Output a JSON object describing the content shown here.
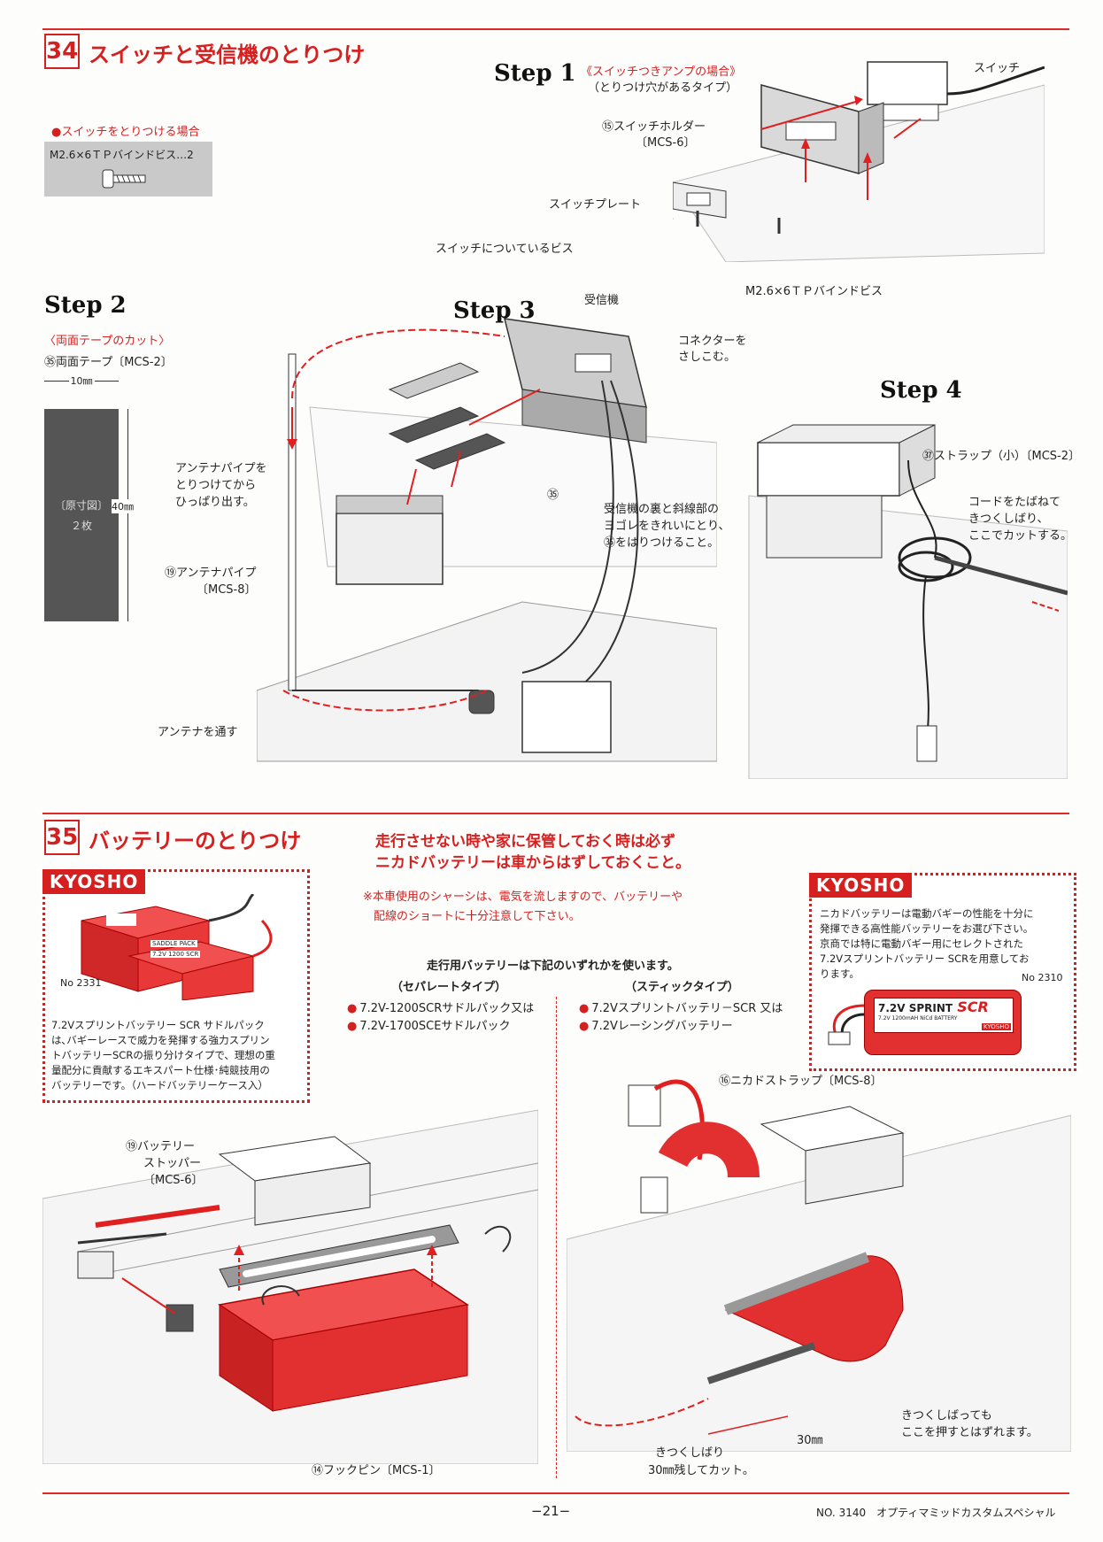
{
  "section34": {
    "number": "34",
    "title": "スイッチと受信機のとりつけ",
    "parts_heading": "●スイッチをとりつける場合",
    "parts_item": "M2.6×6ＴＰバインドビス…2",
    "step1": {
      "label": "Step 1",
      "subtitle_red": "《スイッチつきアンプの場合》",
      "subtitle": "（とりつけ穴があるタイプ）",
      "switch": "スイッチ",
      "holder": "⑮スイッチホルダー",
      "holder_code": "〔MCS-6〕",
      "plate": "スイッチプレート",
      "screws": "スイッチについているビス",
      "bind_screws": "M2.6×6ＴＰバインドビス"
    },
    "step2": {
      "label": "Step 2",
      "subtitle_red": "〈両面テープのカット〉",
      "tape": "㉟両面テープ〔MCS-2〕",
      "width_label": "10㎜",
      "height_label": "40㎜",
      "scale_label": "〔原寸図〕",
      "count_label": "２枚"
    },
    "step3": {
      "label": "Step 3",
      "receiver": "受信機",
      "connector_1": "コネクターを",
      "connector_2": "さしこむ。",
      "antenna_1": "アンテナパイプを",
      "antenna_2": "とりつけてから",
      "antenna_3": "ひっぱり出す。",
      "tape_ref": "㉟",
      "note_1": "受信機の裏と斜線部の",
      "note_2": "ヨゴレをきれいにとり、",
      "note_3": "㉟をはりつけること。",
      "pipe": "⑲アンテナパイプ",
      "pipe_code": "〔MCS-8〕",
      "antenna_pass": "アンテナを通す"
    },
    "step4": {
      "label": "Step 4",
      "strap": "㊲ストラップ（小）〔MCS-2〕",
      "note_1": "コードをたばねて",
      "note_2": "きつくしばり、",
      "note_3": "ここでカットする。"
    }
  },
  "section35": {
    "number": "35",
    "title": "バッテリーのとりつけ",
    "warning_1": "走行させない時や家に保管しておく時は必ず",
    "warning_2": "ニカドバッテリーは車からはずしておくこと。",
    "caution_1": "※本車使用のシャーシは、電気を流しますので、バッテリーや",
    "caution_2": "配線のショートに十分注意して下さい。",
    "battery_types_heading": "走行用バッテリーは下記のいずれかを使います。",
    "separate": {
      "heading": "（セパレートタイプ）",
      "items": [
        "7.2V-1200SCRサドルパック又は",
        "7.2V-1700SCEサドルパック"
      ]
    },
    "stick": {
      "heading": "（スティックタイプ）",
      "items": [
        "7.2Vスプリントバッテリ－SCR 又は",
        "7.2Vレーシングバッテリー"
      ]
    },
    "left_ad": {
      "brand": "KYOSHO",
      "pack_label_1": "SADDLE PACK",
      "pack_label_2": "7.2V 1200 SCR",
      "product_no": "No 2331",
      "desc": [
        "7.2Vスプリントバッテリー SCR サドルパック",
        "は､バギーレースで威力を発揮する強力スプリン",
        "トバッテリーSCRの振り分けタイプで、理想の重",
        "量配分に貢献するエキスパート仕様･純競技用の",
        "バッテリーです。（ハードバッテリーケース入）"
      ]
    },
    "right_ad": {
      "brand": "KYOSHO",
      "desc": [
        "ニカドバッテリーは電動バギーの性能を十分に",
        "発揮できる高性能バッテリーをお選び下さい。",
        "京商では特に電動バギー用にセレクトされた",
        "7.2Vスプリントバッテリー SCRを用意してお",
        "ります。"
      ],
      "product_no": "No 2310",
      "battery_label": "7.2V SPRINT",
      "battery_label_2": "SCR",
      "battery_sub": "7.2V 1200mAH NiCd BATTERY",
      "battery_brand": "KYOSHO"
    },
    "left_diagram": {
      "stopper_1": "⑲バッテリー",
      "stopper_2": "ストッパー",
      "stopper_code": "〔MCS-6〕",
      "hook_pin": "⑭フックピン〔MCS-1〕"
    },
    "right_diagram": {
      "strap": "⑯ニカドストラップ〔MCS-8〕",
      "press_1": "きつくしばっても",
      "press_2": "ここを押すとはずれます。",
      "cut_1": "きつくしばり",
      "cut_2": "30㎜残してカット。",
      "dim": "30㎜"
    }
  },
  "footer": {
    "page_number": "−21−",
    "product": "NO. 3140　オプティマミッドカスタムスペシャル"
  }
}
